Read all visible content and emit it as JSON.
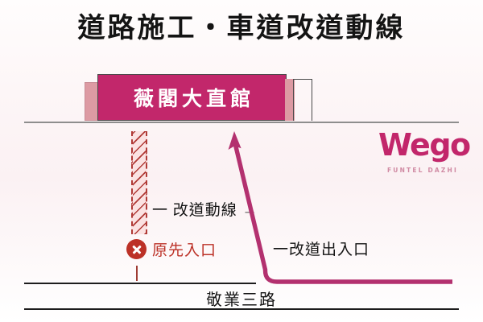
{
  "poster": {
    "title": "道路施工・車道改道動線",
    "background_color": "#fdf8f9"
  },
  "building": {
    "label": "薇閣大直館",
    "main_color": "#c2276b",
    "wing_color": "#dd9aa3",
    "outline_color": "#4a4a4a"
  },
  "annotations": {
    "detour_route": "一 改道動線 →",
    "original_entrance": "原先入口",
    "original_entrance_icon": "x-circle-icon",
    "original_entrance_color": "#bc3127",
    "new_entrance": "一改道出入口",
    "closed_zone_icon": "hatched-construction-zone",
    "closed_zone_color": "#b03a36"
  },
  "road": {
    "name": "敬業三路",
    "line_color": "#1d1d1d",
    "kerb_color": "#8e8e8e"
  },
  "arrow": {
    "name": "detour-arrow",
    "color": "#b3316f"
  },
  "logo": {
    "wordmark": "Wego",
    "subtitle": "FUNTEL DAZHI",
    "wordmark_color": "#c2276b",
    "subtitle_color": "#d08aa3"
  }
}
